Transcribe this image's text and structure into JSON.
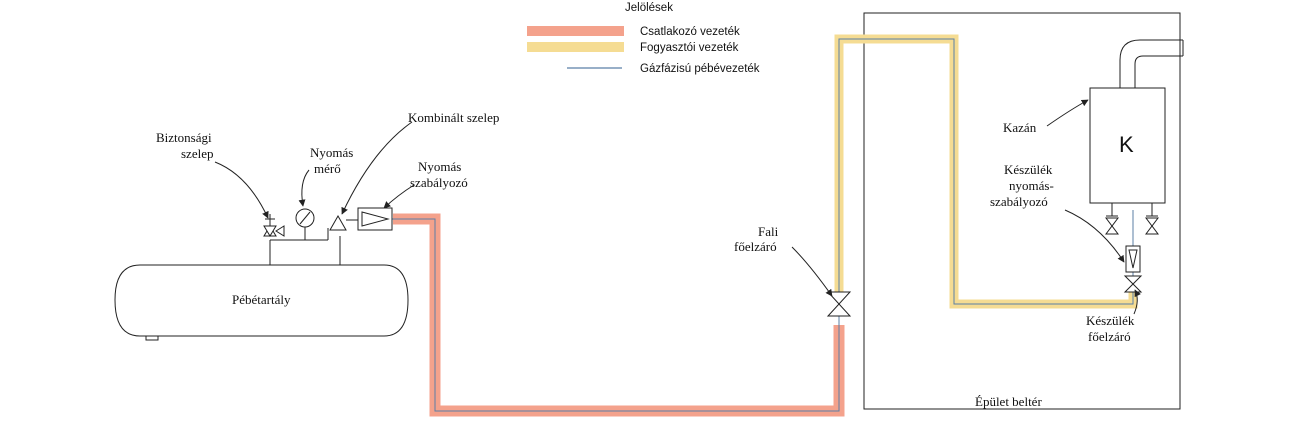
{
  "legend": {
    "title": "Jelölések",
    "items": [
      {
        "label": "Csatlakozó vezeték",
        "color": "#f4a28c"
      },
      {
        "label": "Fogyasztói vezeték",
        "color": "#f5dc93"
      },
      {
        "label": "Gázfázisú pébévezeték",
        "color": "#5b7fa6"
      }
    ]
  },
  "labels": {
    "biztonsagi_1": "Biztonsági",
    "biztonsagi_2": "szelep",
    "nyomas_1": "Nyomás",
    "nyomas_2": "mérő",
    "kombinalt": "Kombinált szelep",
    "szabalyozo_1": "Nyomás",
    "szabalyozo_2": "szabályozó",
    "tank": "Pébétartály",
    "fali_1": "Fali",
    "fali_2": "főelzáró",
    "kazan": "Kazán",
    "kazan_letter": "K",
    "keszulek_sz_1": "Készülék",
    "keszulek_sz_2": "nyomás-",
    "keszulek_sz_3": "szabályozó",
    "keszulek_el_1": "Készülék",
    "keszulek_el_2": "főelzáró",
    "epulet": "Épület beltér"
  }
}
